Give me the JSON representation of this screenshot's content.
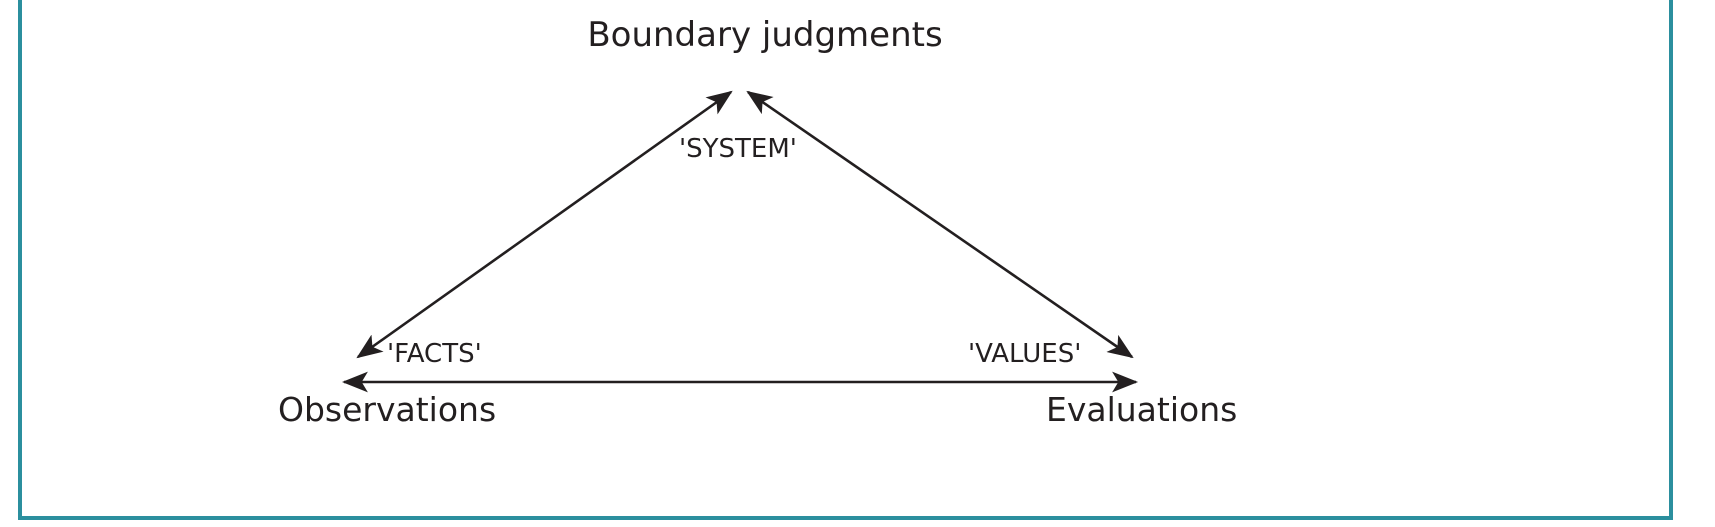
{
  "figure": {
    "title": "Boundary judgments",
    "frame_color": "#2b8f9e",
    "line_color": "#231f20",
    "background": "#ffffff"
  },
  "diagram": {
    "type": "triangle-diagram",
    "apex_label": "Boundary judgments",
    "edge_labels": {
      "left": "'FACTS'",
      "right": "'VALUES'",
      "top": "'SYSTEM'"
    },
    "vertex_labels": {
      "bottom_left": "Observations",
      "bottom_right": "Evaluations"
    },
    "arrows": [
      {
        "name": "left-edge-arrow",
        "from": "Observations",
        "to": "Boundary judgments",
        "heads": "both"
      },
      {
        "name": "right-edge-arrow",
        "from": "Evaluations",
        "to": "Boundary judgments",
        "heads": "both"
      },
      {
        "name": "base-arrow",
        "from": "Observations",
        "to": "Evaluations",
        "heads": "both"
      }
    ]
  }
}
